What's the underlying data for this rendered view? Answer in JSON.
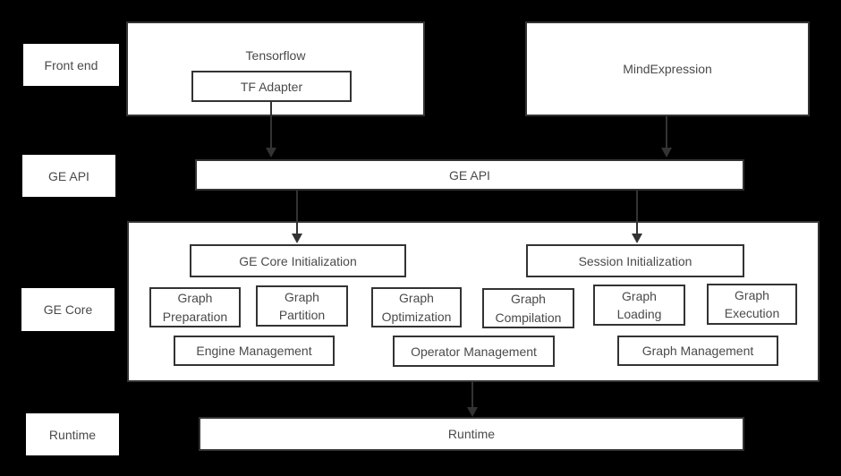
{
  "colors": {
    "background": "#000000",
    "box_fill": "#ffffff",
    "box_border": "#333333",
    "text": "#4a4a4a",
    "arrow": "#333333"
  },
  "row_labels": {
    "front_end": "Front end",
    "ge_api": "GE API",
    "ge_core": "GE Core",
    "runtime": "Runtime"
  },
  "front_end": {
    "tensorflow_label": "Tensorflow",
    "tf_adapter_label": "TF Adapter",
    "mind_expression_label": "MindExpression"
  },
  "ge_api": {
    "label": "GE API"
  },
  "ge_core": {
    "ge_core_init_label": "GE Core Initialization",
    "session_init_label": "Session Initialization",
    "stages": [
      {
        "label": "Graph\nPreparation"
      },
      {
        "label": "Graph\nPartition"
      },
      {
        "label": "Graph\nOptimization"
      },
      {
        "label": "Graph\nCompilation"
      },
      {
        "label": "Graph\nLoading"
      },
      {
        "label": "Graph\nExecution"
      }
    ],
    "management": [
      {
        "label": "Engine Management"
      },
      {
        "label": "Operator Management"
      },
      {
        "label": "Graph Management"
      }
    ]
  },
  "runtime": {
    "label": "Runtime"
  }
}
